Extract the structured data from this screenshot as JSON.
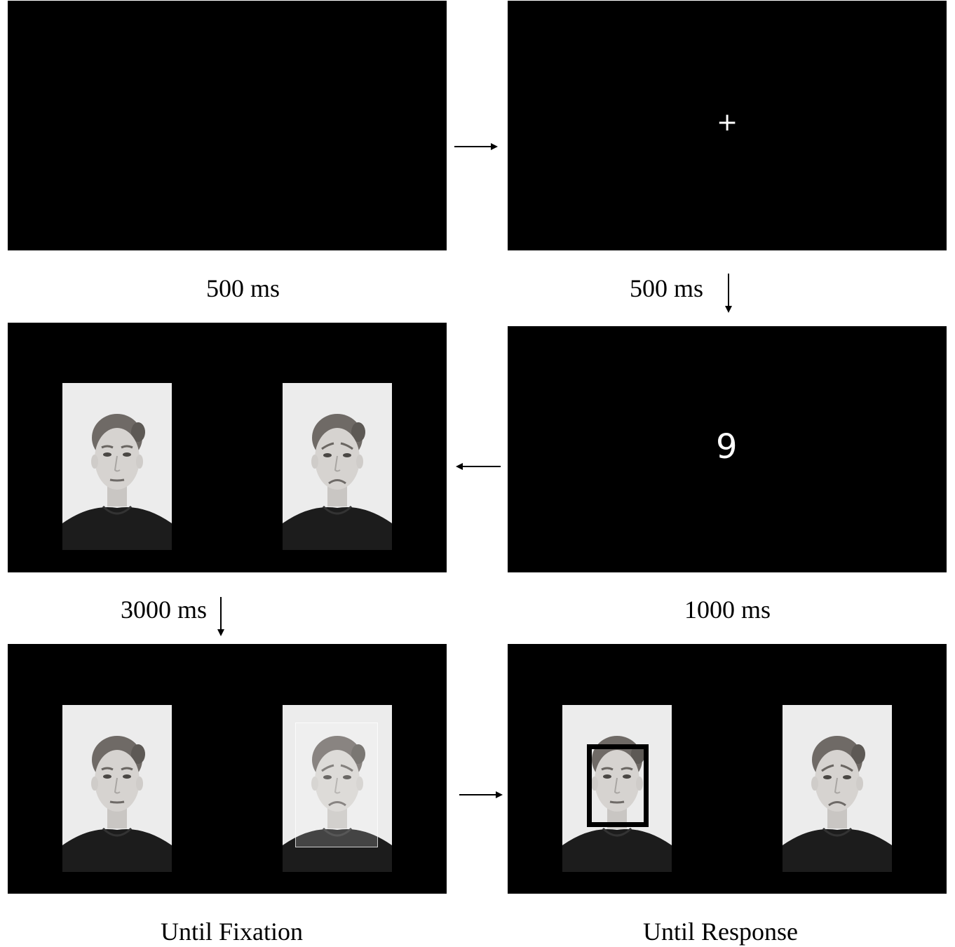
{
  "panels": {
    "blank": {
      "duration": "500 ms"
    },
    "fixation": {
      "symbol": "+",
      "duration": "500 ms"
    },
    "number": {
      "symbol": "9",
      "duration": "1000 ms"
    },
    "faces_preview": {
      "duration": "3000 ms"
    },
    "faces_fixation": {
      "duration": "Until Fixation"
    },
    "faces_response": {
      "duration": "Until Response"
    }
  },
  "faces": {
    "left_expression": "neutral",
    "right_expression": "sad"
  },
  "icons": {
    "arrow": "arrow-icon"
  },
  "colors": {
    "screen": "#000000",
    "photo_background": "#ececec",
    "text": "#000000"
  }
}
